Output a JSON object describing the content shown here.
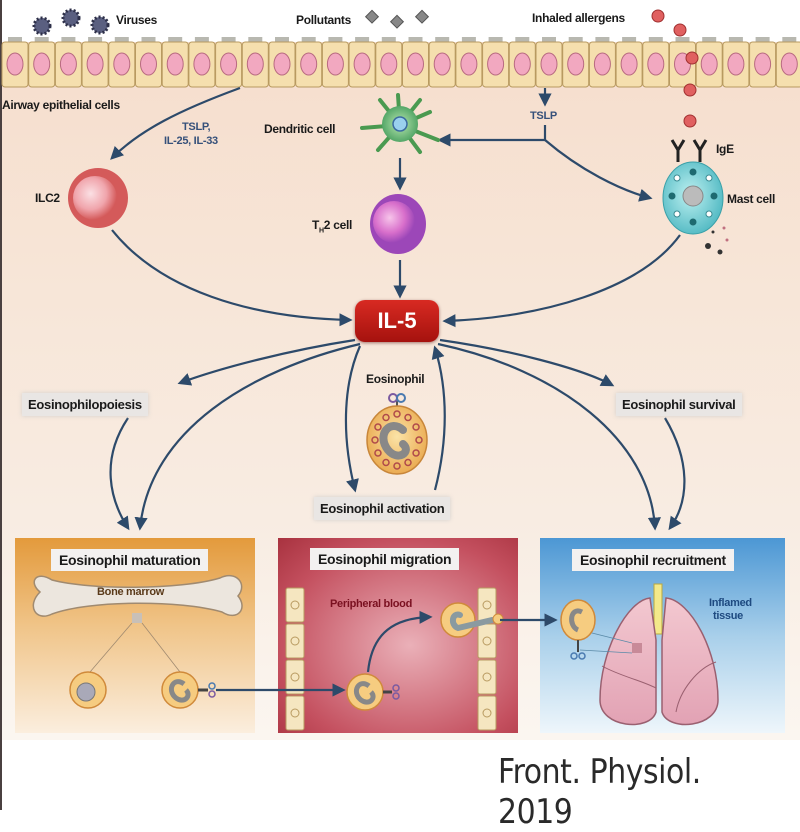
{
  "diagram": {
    "title": "IL-5 in eosinophil biology",
    "stimuli": {
      "viruses": "Viruses",
      "pollutants": "Pollutants",
      "allergens": "Inhaled allergens"
    },
    "epithelium_label": "Airway epithelial cells",
    "cytokines": {
      "ilc2_signals_line1": "TSLP,",
      "ilc2_signals_line2": "IL-25, IL-33",
      "tslp": "TSLP"
    },
    "cells": {
      "dendritic": "Dendritic cell",
      "ilc2": "ILC2",
      "th2_prefix": "T",
      "th2_sub": "H",
      "th2_suffix": "2 cell",
      "mast": "Mast cell",
      "ige": "IgE",
      "eosinophil": "Eosinophil"
    },
    "center_node": "IL-5",
    "effects": {
      "eosinophilopoiesis": "Eosinophilopoiesis",
      "survival": "Eosinophil survival",
      "activation": "Eosinophil activation"
    },
    "panels": [
      {
        "title": "Eosinophil maturation",
        "sublabel": "Bone marrow"
      },
      {
        "title": "Eosinophil migration",
        "sublabel": "Peripheral blood"
      },
      {
        "title": "Eosinophil recruitment",
        "sublabel_line1": "Inflamed",
        "sublabel_line2": "tissue"
      }
    ],
    "citation": "Front. Physiol. 2019",
    "colors": {
      "il5": "#c01a14",
      "arrow": "#2d4a6a",
      "maturation_panel": "#e39a3c",
      "migration_panel": "#c4505f",
      "recruitment_panel": "#4c97d4"
    }
  }
}
